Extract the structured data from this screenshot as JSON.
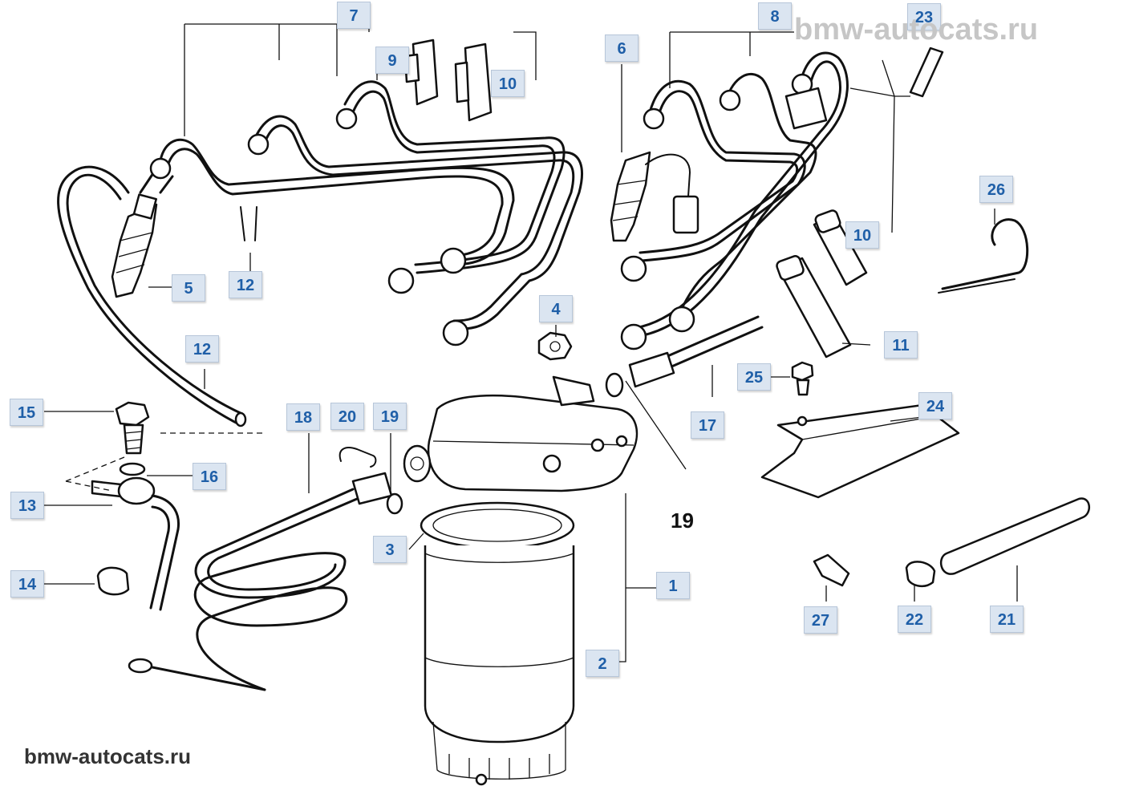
{
  "watermark_top": "bmw-autocats.ru",
  "watermark_bottom": "bmw-autocats.ru",
  "part_labels": {
    "p1": "1",
    "p2": "2",
    "p3": "3",
    "p4": "4",
    "p5": "5",
    "p6": "6",
    "p7": "7",
    "p8": "8",
    "p9": "9",
    "p10a": "10",
    "p10b": "10",
    "p11": "11",
    "p12a": "12",
    "p12b": "12",
    "p13": "13",
    "p14": "14",
    "p15": "15",
    "p16": "16",
    "p17": "17",
    "p18": "18",
    "p19a": "19",
    "p20": "20",
    "p21": "21",
    "p22": "22",
    "p23": "23",
    "p24": "24",
    "p25": "25",
    "p26": "26",
    "p27": "27"
  },
  "plain_labels": {
    "p19b": "19"
  },
  "colors": {
    "callout_bg": "#dbe5f1",
    "callout_text": "#1f5fa8",
    "line": "#111111"
  }
}
